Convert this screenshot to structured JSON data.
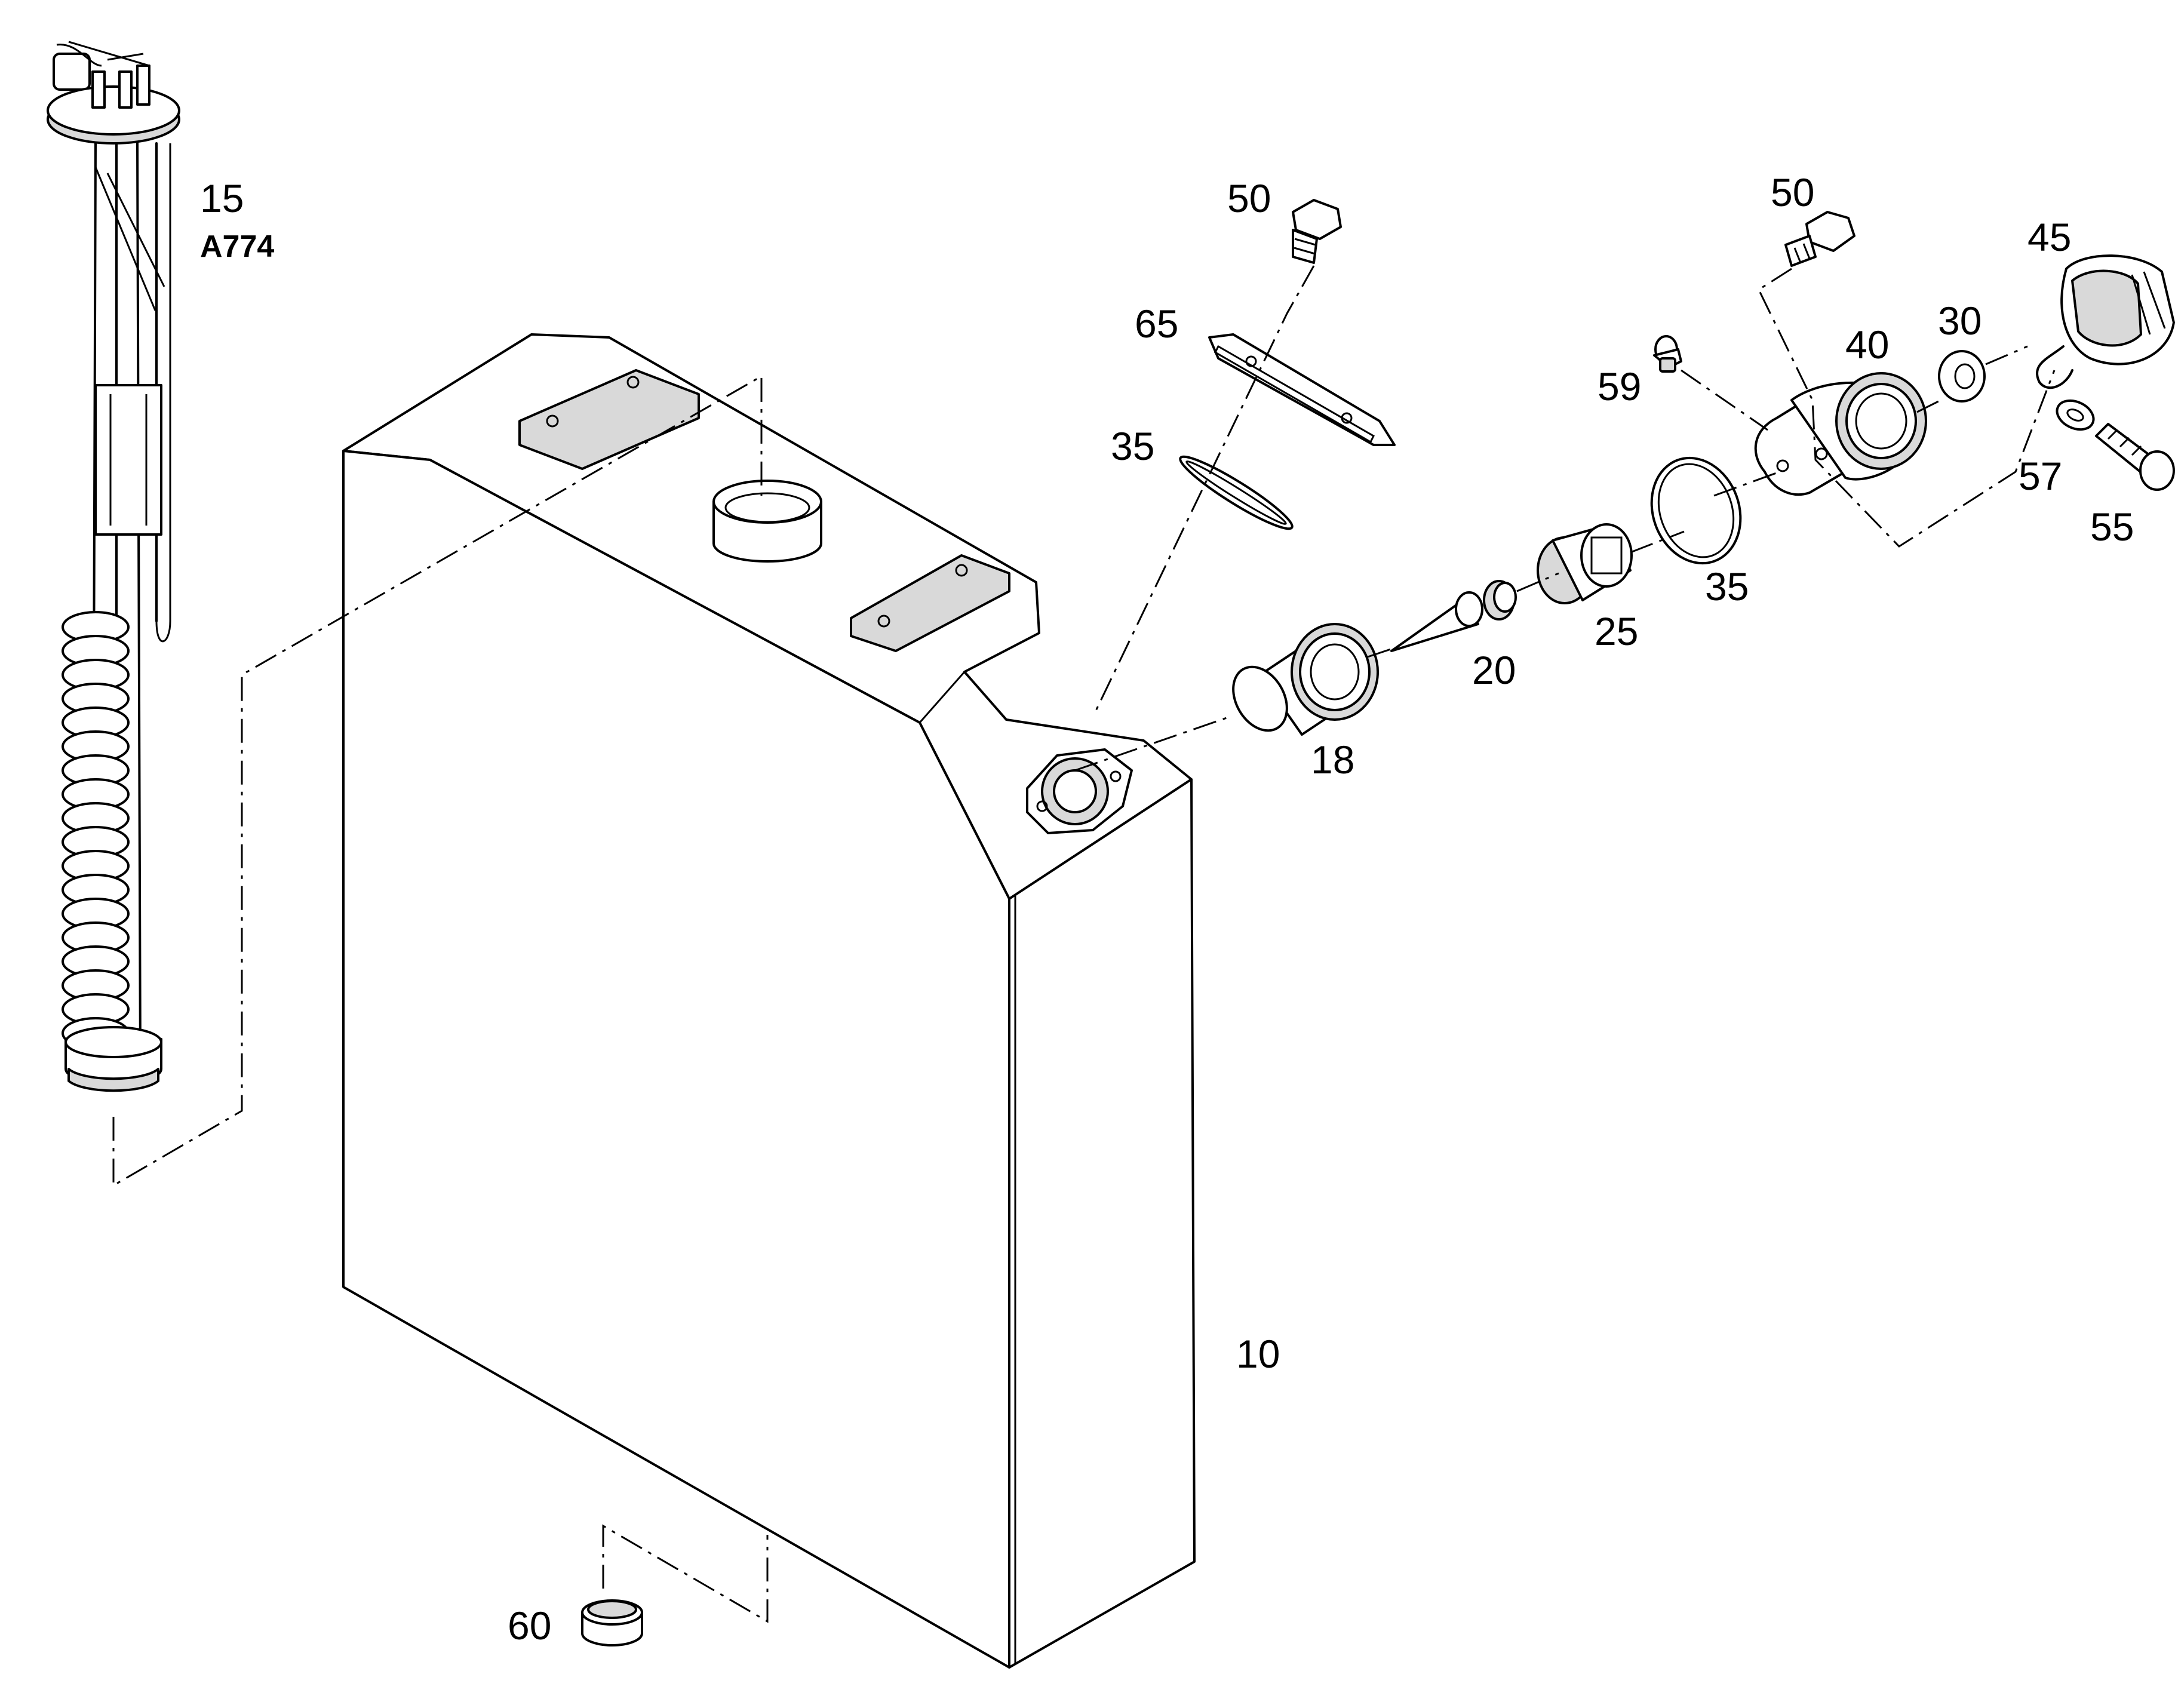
{
  "labels": {
    "p10": "10",
    "p15": "15",
    "p15_code": "A774",
    "p18": "18",
    "p20": "20",
    "p25": "25",
    "p30": "30",
    "p35_upper": "35",
    "p35_lower": "35",
    "p40": "40",
    "p45": "45",
    "p50_left": "50",
    "p50_right": "50",
    "p55": "55",
    "p57": "57",
    "p59": "59",
    "p60": "60",
    "p65": "65"
  }
}
